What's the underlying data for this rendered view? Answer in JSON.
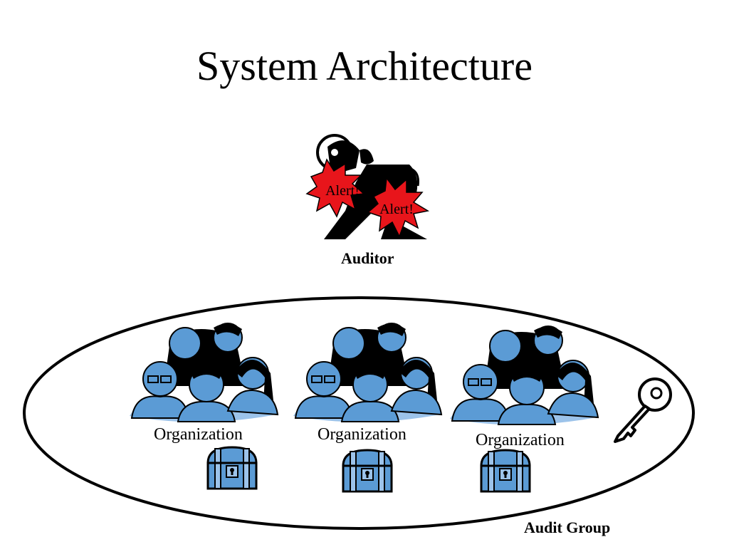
{
  "slide": {
    "title": "System Architecture",
    "auditor": {
      "label": "Auditor",
      "alerts": [
        "Alert!",
        "Alert!"
      ],
      "icon": "auditor-alert-icon"
    },
    "audit_group": {
      "label": "Audit Group",
      "organizations": [
        {
          "label": "Organization",
          "icon": "people-group-icon",
          "chest_icon": "treasure-chest-icon"
        },
        {
          "label": "Organization",
          "icon": "people-group-icon",
          "chest_icon": "treasure-chest-icon"
        },
        {
          "label": "Organization",
          "icon": "people-group-icon",
          "chest_icon": "treasure-chest-icon"
        }
      ],
      "key_icon": "key-icon"
    }
  },
  "colors": {
    "person_fill": "#5b9bd5",
    "person_light": "#9cc3ea",
    "alert_fill": "#e8151b",
    "outline": "#000000"
  }
}
